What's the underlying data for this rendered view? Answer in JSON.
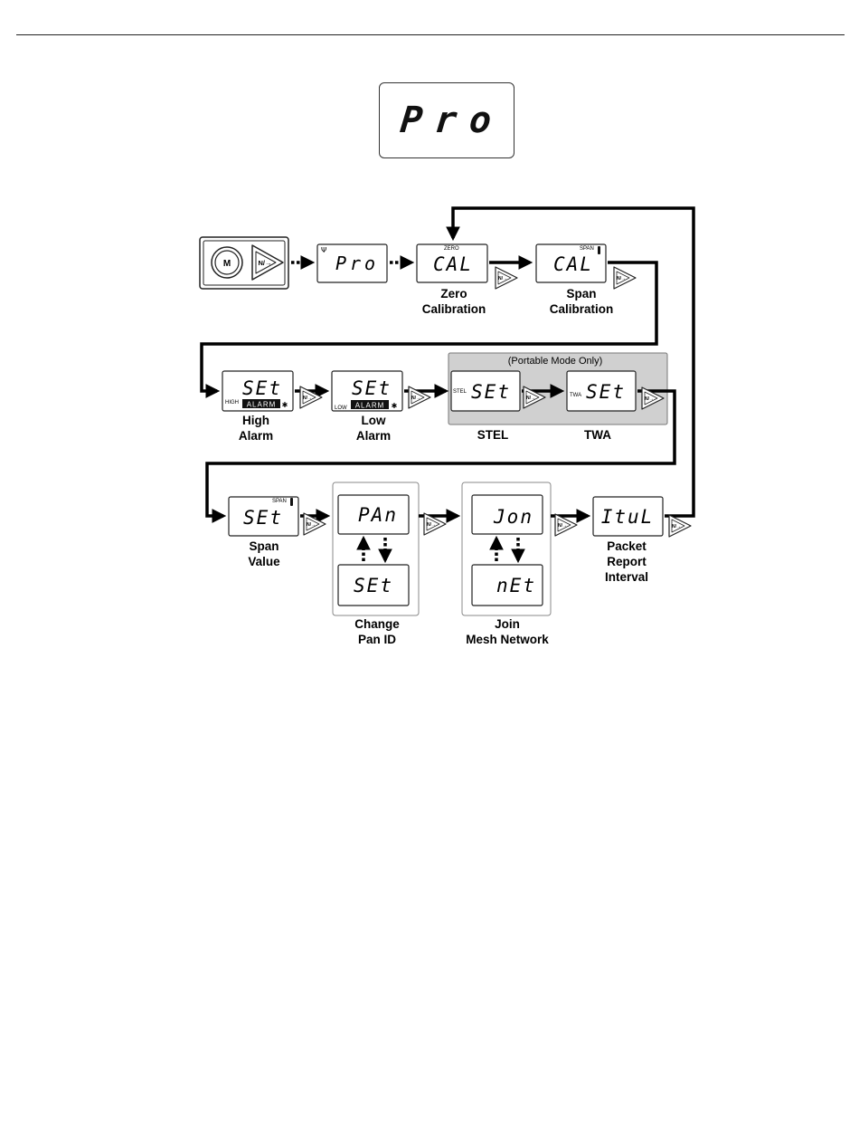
{
  "hero_display": "Pro",
  "keys": {
    "mode": "M",
    "next": "N/→"
  },
  "screens": {
    "pro": "Pro",
    "zero_cal": "CAL",
    "span_cal": "CAL",
    "high_alarm": "SEt",
    "low_alarm": "SEt",
    "stel": "SEt",
    "twa": "SEt",
    "span_value": "SEt",
    "pan_top": "PAn",
    "pan_bottom": "SEt",
    "join_top": "Jon",
    "join_bottom": "nEt",
    "interval": "ItuL"
  },
  "indicators": {
    "zero": "ZERO",
    "span": "SPAN",
    "high": "HIGH",
    "low": "LOW",
    "alarm": "ALARM",
    "stel": "STEL",
    "twa": "TWA"
  },
  "group_title": "(Portable Mode Only)",
  "captions": {
    "zero_cal": [
      "Zero",
      "Calibration"
    ],
    "span_cal": [
      "Span",
      "Calibration"
    ],
    "high_alarm": [
      "High",
      "Alarm"
    ],
    "low_alarm": [
      "Low",
      "Alarm"
    ],
    "stel": "STEL",
    "twa": "TWA",
    "span_value": [
      "Span",
      "Value"
    ],
    "change_pan": [
      "Change",
      "Pan ID"
    ],
    "join_mesh": [
      "Join",
      "Mesh Network"
    ],
    "packet_interval": [
      "Packet",
      "Report",
      "Interval"
    ]
  }
}
